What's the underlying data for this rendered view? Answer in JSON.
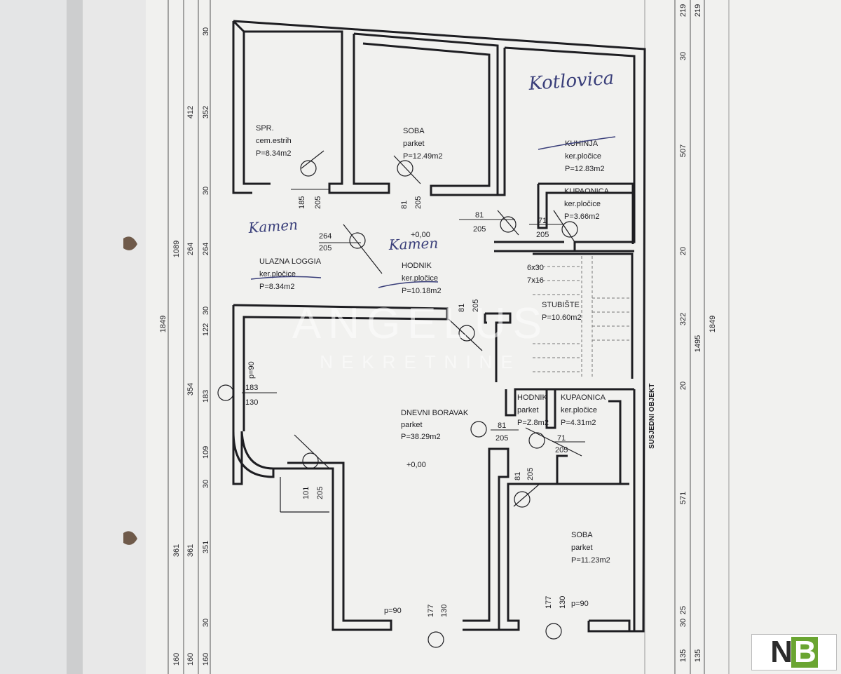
{
  "rooms": {
    "spr": {
      "name": "SPR.",
      "floor": "cem.estrih",
      "area": "P=8.34m2"
    },
    "soba_top": {
      "name": "SOBA",
      "floor": "parket",
      "area": "P=12.49m2"
    },
    "kuhinja": {
      "name": "KUHINJA",
      "floor": "ker.pločice",
      "area": "P=12.83m2"
    },
    "kupaonica_top": {
      "name": "KUPAONICA",
      "floor": "ker.pločice",
      "area": "P=3.66m2"
    },
    "loggia": {
      "name": "ULAZNA LOGGIA",
      "floor": "ker.pločice",
      "area": "P=8.34m2"
    },
    "hodnik_top": {
      "name": "HODNIK",
      "floor": "ker.pločice",
      "area": "P=10.18m2"
    },
    "stubiste": {
      "name": "STUBIŠTE",
      "area": "P=10.60m2"
    },
    "dnevni": {
      "name": "DNEVNI BORAVAK",
      "floor": "parket",
      "area": "P=38.29m2"
    },
    "hodnik_small": {
      "name": "HODNIK",
      "floor": "parket",
      "area": "P=Z.8m2"
    },
    "kupaonica_small": {
      "name": "KUPAONICA",
      "floor": "ker.pločice",
      "area": "P=4.31m2"
    },
    "soba_bottom": {
      "name": "SOBA",
      "floor": "parket",
      "area": "P=11.23m2"
    },
    "susjedni": "SUSJEDNI OBJEKT"
  },
  "levels": {
    "a": "+0,00",
    "b": "+0,00"
  },
  "stairs": {
    "a": "6x30",
    "b": "7x16"
  },
  "doors": {
    "d_spr": [
      "185",
      "205"
    ],
    "d_soba": [
      "81",
      "205"
    ],
    "d_hod": [
      "81",
      "205"
    ],
    "d_kup": [
      "71",
      "205"
    ],
    "d_entry": [
      "264",
      "205"
    ],
    "d_liv": [
      "81",
      "205"
    ],
    "d_hod2": [
      "81",
      "205"
    ],
    "d_kup2": [
      "71",
      "205"
    ],
    "d_soba2": [
      "81",
      "205"
    ],
    "d_bal": [
      "101",
      "205"
    ],
    "w_left": [
      "183",
      "130"
    ],
    "w_b1": [
      "177",
      "130"
    ],
    "w_b2": [
      "177",
      "130"
    ],
    "p_left": "p=90",
    "p_b1": "p=90",
    "p_b2": "p=90"
  },
  "dims_left": {
    "a": [
      "30",
      "352",
      "30",
      "264",
      "30",
      "122",
      "183",
      "109",
      "30",
      "351",
      "30",
      "160"
    ],
    "b": [
      "412",
      "264",
      "354",
      "361",
      "160"
    ],
    "c": [
      "1089",
      "361",
      "160"
    ],
    "d": "1849"
  },
  "dims_right": {
    "a": [
      "219",
      "30",
      "507",
      "20",
      "322",
      "20",
      "571",
      "25",
      "30",
      "135"
    ],
    "b": [
      "219",
      "1495",
      "135"
    ],
    "c": "1849"
  },
  "handwriting": {
    "kotlovnica": "Kotlovica",
    "kamen1": "Kamen",
    "kamen2": "Kamen"
  },
  "watermark": {
    "line1": "ANGELUS",
    "line2": "NEKRETNINE"
  },
  "logo": {
    "left": "N",
    "right": "B"
  },
  "colors": {
    "paper": "#f1f1ef",
    "ink": "#1e1e22",
    "hand": "#3a3f7a",
    "logo_green": "#6aa531"
  }
}
